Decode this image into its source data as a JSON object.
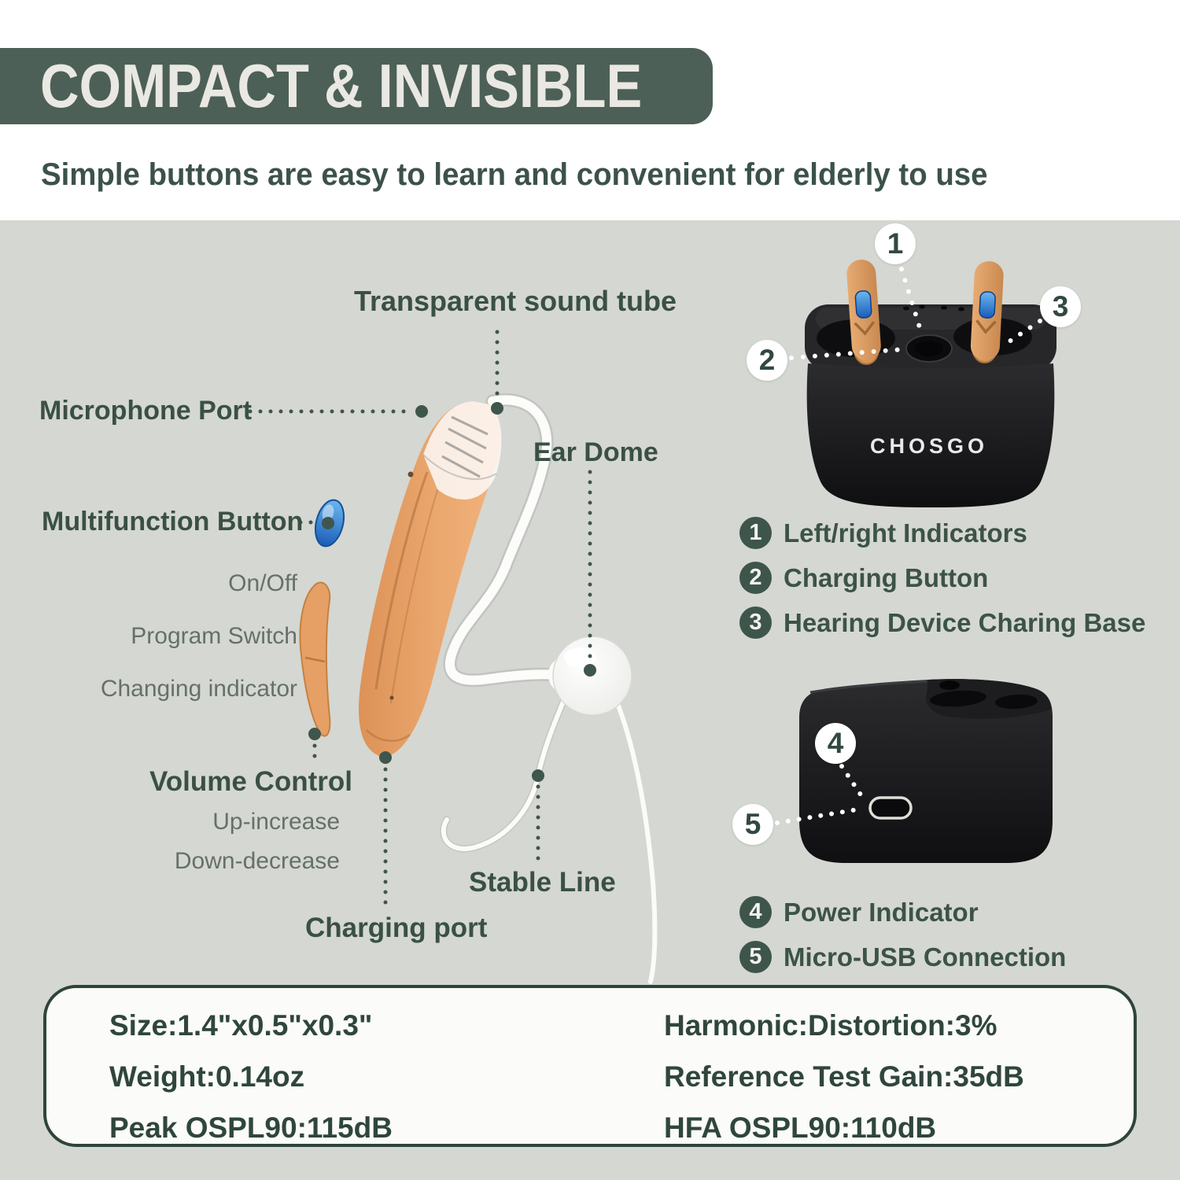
{
  "header": {
    "title": "COMPACT & INVISIBLE",
    "subtitle": "Simple buttons are easy to learn and convenient for elderly to use"
  },
  "device_labels": {
    "sound_tube": "Transparent sound tube",
    "microphone_port": "Microphone Port",
    "ear_dome": "Ear Dome",
    "multifunction_button": "Multifunction Button",
    "multifunction_notes": [
      "On/Off",
      "Program Switch",
      "Changing indicator"
    ],
    "volume_control": "Volume Control",
    "volume_notes": [
      "Up-increase",
      "Down-decrease"
    ],
    "stable_line": "Stable Line",
    "charging_port": "Charging port"
  },
  "charger": {
    "brand": "CHOSGO"
  },
  "callouts": [
    "1",
    "2",
    "3",
    "4",
    "5"
  ],
  "legend_top": [
    {
      "num": "1",
      "label": "Left/right Indicators"
    },
    {
      "num": "2",
      "label": "Charging Button"
    },
    {
      "num": "3",
      "label": "Hearing Device Charing Base"
    }
  ],
  "legend_bottom": [
    {
      "num": "4",
      "label": "Power Indicator"
    },
    {
      "num": "5",
      "label": "Micro-USB Connection"
    }
  ],
  "specs": {
    "left": [
      "Size:1.4\"x0.5\"x0.3\"",
      "Weight:0.14oz",
      "Peak OSPL90:115dB"
    ],
    "right": [
      "Harmonic:Distortion:3%",
      "Reference Test Gain:35dB",
      "HFA OSPL90:110dB"
    ]
  },
  "colors": {
    "banner": "#4c6057",
    "panel": "#d5d7d2",
    "label": "#3a5046",
    "sub_label": "#65706a",
    "badge": "#3e554b",
    "device_tan": "#e8a671",
    "button_blue": "#2f7fd2",
    "charger_black": "#1a1a1d"
  }
}
